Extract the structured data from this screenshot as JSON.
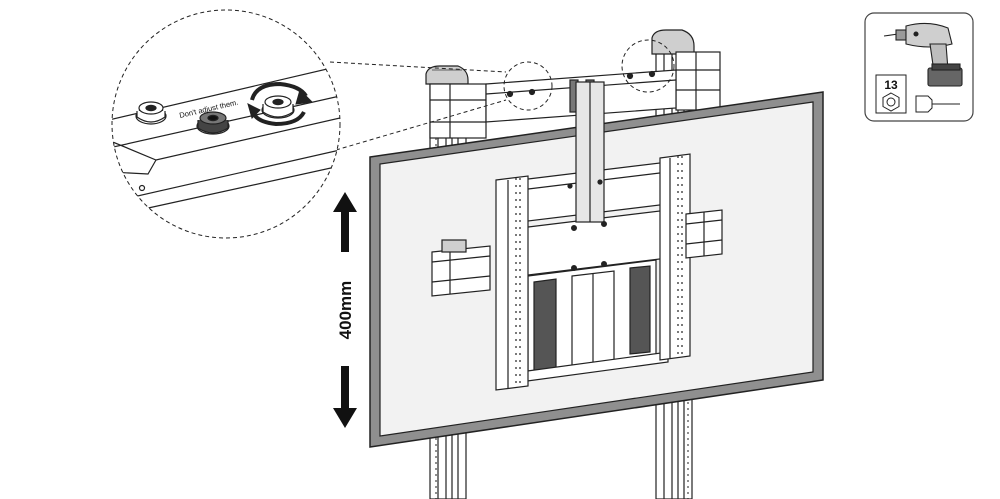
{
  "diagram": {
    "height_label": "400mm",
    "detail_callout": {
      "warning_text": "Don't adjust them."
    },
    "tool_panel": {
      "socket_size": "13",
      "tool_icon": "cordless-drill-icon",
      "socket_icon": "hex-socket-icon",
      "extension_icon": "socket-extension-icon"
    },
    "colors": {
      "line": "#222222",
      "frame": "#8f8f8f",
      "screen": "#f2f2f2",
      "dark_fill": "#555555"
    }
  }
}
